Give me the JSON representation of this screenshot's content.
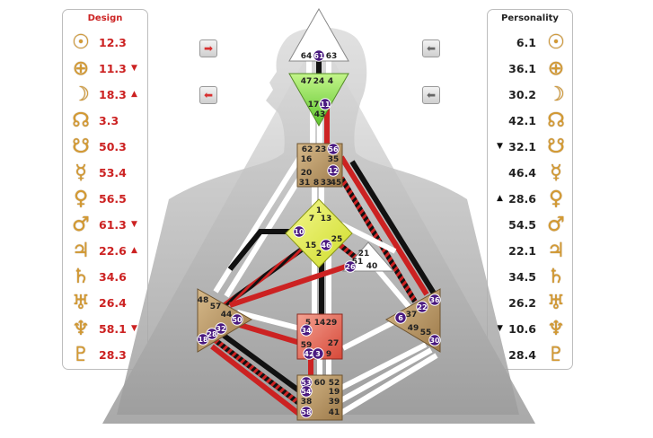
{
  "design": {
    "title": "Design",
    "planets": [
      {
        "icon": "sun-icon",
        "glyph": "☉",
        "value": "12.3",
        "arrow": ""
      },
      {
        "icon": "earth-icon",
        "glyph": "⊕",
        "value": "11.3",
        "arrow": "▼"
      },
      {
        "icon": "moon-icon",
        "glyph": "☽",
        "value": "18.3",
        "arrow": "▲"
      },
      {
        "icon": "north-node-icon",
        "glyph": "☊",
        "value": "3.3",
        "arrow": ""
      },
      {
        "icon": "south-node-icon",
        "glyph": "☋",
        "value": "50.3",
        "arrow": ""
      },
      {
        "icon": "mercury-icon",
        "glyph": "☿",
        "value": "53.4",
        "arrow": ""
      },
      {
        "icon": "venus-icon",
        "glyph": "♀",
        "value": "56.5",
        "arrow": ""
      },
      {
        "icon": "mars-icon",
        "glyph": "♂",
        "value": "61.3",
        "arrow": "▼"
      },
      {
        "icon": "jupiter-icon",
        "glyph": "♃",
        "value": "22.6",
        "arrow": "▲"
      },
      {
        "icon": "saturn-icon",
        "glyph": "♄",
        "value": "34.6",
        "arrow": ""
      },
      {
        "icon": "uranus-icon",
        "glyph": "♅",
        "value": "26.4",
        "arrow": ""
      },
      {
        "icon": "neptune-icon",
        "glyph": "♆",
        "value": "58.1",
        "arrow": "▼"
      },
      {
        "icon": "pluto-icon",
        "glyph": "♇",
        "value": "28.3",
        "arrow": ""
      }
    ]
  },
  "personality": {
    "title": "Personality",
    "planets": [
      {
        "icon": "sun-icon",
        "glyph": "☉",
        "value": "6.1",
        "arrow": ""
      },
      {
        "icon": "earth-icon",
        "glyph": "⊕",
        "value": "36.1",
        "arrow": ""
      },
      {
        "icon": "moon-icon",
        "glyph": "☽",
        "value": "30.2",
        "arrow": ""
      },
      {
        "icon": "north-node-icon",
        "glyph": "☊",
        "value": "42.1",
        "arrow": ""
      },
      {
        "icon": "south-node-icon",
        "glyph": "☋",
        "value": "32.1",
        "arrow": "▼"
      },
      {
        "icon": "mercury-icon",
        "glyph": "☿",
        "value": "46.4",
        "arrow": ""
      },
      {
        "icon": "venus-icon",
        "glyph": "♀",
        "value": "28.6",
        "arrow": "▲"
      },
      {
        "icon": "mars-icon",
        "glyph": "♂",
        "value": "54.5",
        "arrow": ""
      },
      {
        "icon": "jupiter-icon",
        "glyph": "♃",
        "value": "22.1",
        "arrow": ""
      },
      {
        "icon": "saturn-icon",
        "glyph": "♄",
        "value": "34.5",
        "arrow": ""
      },
      {
        "icon": "uranus-icon",
        "glyph": "♅",
        "value": "26.2",
        "arrow": ""
      },
      {
        "icon": "neptune-icon",
        "glyph": "♆",
        "value": "10.6",
        "arrow": "▼"
      },
      {
        "icon": "pluto-icon",
        "glyph": "♇",
        "value": "28.4",
        "arrow": ""
      }
    ]
  },
  "nav": [
    {
      "icon": "arrow-right-red-icon",
      "glyph": "➡"
    },
    {
      "icon": "arrow-left-red-icon",
      "glyph": "⬅"
    },
    {
      "icon": "arrow-left-gray-icon",
      "glyph": "⬅"
    },
    {
      "icon": "arrow-left-gray-icon",
      "glyph": "⬅"
    }
  ],
  "colors": {
    "design": "#cc2222",
    "personality": "#111111",
    "head": "#ffffff",
    "ajna": "#8ee24a",
    "g": "#e6f040",
    "sacral": "#e26a5a",
    "center": "#b89560"
  },
  "centers": {
    "head": {
      "gates": [
        "64",
        "61",
        "63"
      ],
      "active": [
        "61"
      ]
    },
    "ajna": {
      "gates": [
        "47",
        "24",
        "4",
        "17",
        "11",
        "43"
      ],
      "active": [
        "11"
      ]
    },
    "throat": {
      "gates": [
        "62",
        "23",
        "56",
        "16",
        "35",
        "20",
        "12",
        "31",
        "8",
        "33",
        "45"
      ],
      "active": [
        "56",
        "12"
      ]
    },
    "g": {
      "gates": [
        "1",
        "7",
        "13",
        "10",
        "25",
        "15",
        "46",
        "2"
      ],
      "active": [
        "10",
        "46"
      ]
    },
    "heart": {
      "gates": [
        "21",
        "51",
        "26",
        "40"
      ],
      "active": [
        "26"
      ]
    },
    "spleen": {
      "gates": [
        "48",
        "57",
        "44",
        "50",
        "32",
        "28",
        "18"
      ],
      "active": [
        "50",
        "32",
        "28",
        "18"
      ]
    },
    "sacral": {
      "gates": [
        "5",
        "14",
        "29",
        "34",
        "27",
        "59",
        "42",
        "3",
        "9"
      ],
      "active": [
        "34",
        "42",
        "3"
      ]
    },
    "solar": {
      "gates": [
        "36",
        "22",
        "6",
        "37",
        "49",
        "55",
        "30"
      ],
      "active": [
        "36",
        "22",
        "6",
        "30"
      ]
    },
    "root": {
      "gates": [
        "53",
        "60",
        "52",
        "54",
        "19",
        "38",
        "39",
        "58",
        "41"
      ],
      "active": [
        "53",
        "54",
        "58"
      ]
    }
  }
}
